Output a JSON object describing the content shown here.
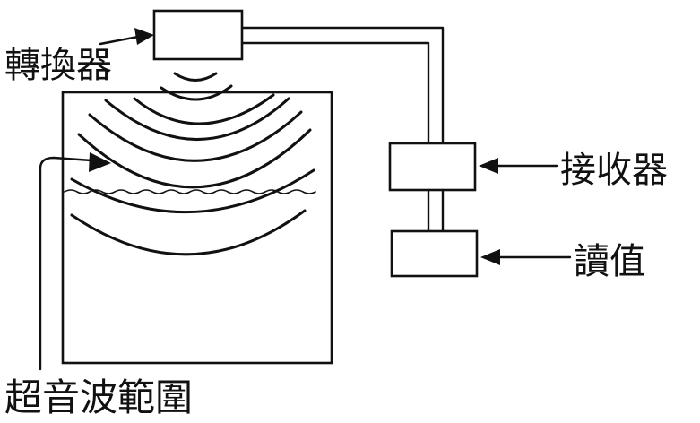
{
  "labels": {
    "transducer": "轉換器",
    "receiver": "接收器",
    "reading": "讀值",
    "ultrasonic_range": "超音波範圍"
  },
  "colors": {
    "ink": "#111111",
    "background": "#ffffff"
  }
}
